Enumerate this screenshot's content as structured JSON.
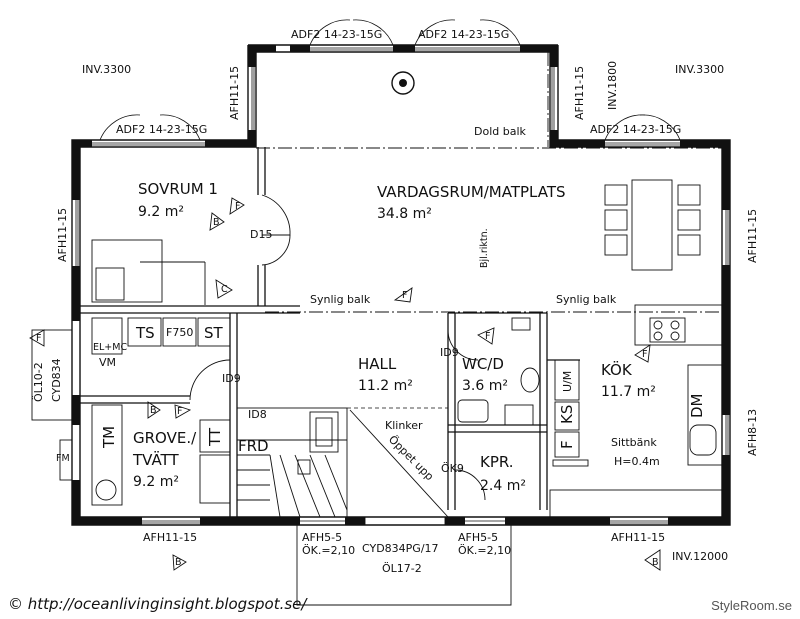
{
  "rooms": {
    "sovrum": {
      "name": "SOVRUM 1",
      "area": "9.2 m²"
    },
    "vardagsrum": {
      "name": "VARDAGSRUM/MATPLATS",
      "area": "34.8 m²"
    },
    "hall": {
      "name": "HALL",
      "area": "11.2 m²"
    },
    "wc": {
      "name": "WC/D",
      "area": "3.6 m²"
    },
    "kok": {
      "name": "KÖK",
      "area": "11.7 m²"
    },
    "grovtvatt": {
      "name1": "GROVE./",
      "name2": "TVÄTT",
      "area": "9.2 m²"
    },
    "kpr": {
      "name": "KPR.",
      "area": "2.4 m²"
    }
  },
  "window_labels": {
    "adf2_top_left": "ADF2 14-23-15G",
    "adf2_top_right": "ADF2 14-23-15G",
    "adf2_left": "ADF2 14-23-15G",
    "adf2_right": "ADF2 14-23-15G",
    "afh11_15_tl": "AFH11-15",
    "afh11_15_tr": "AFH11-15",
    "afh11_15_left": "AFH11-15",
    "afh11_15_right": "AFH11-15",
    "afh8_13": "AFH8-13",
    "afh11_15_bl": "AFH11-15",
    "afh11_15_br": "AFH11-15",
    "afh5_5_left": "AFH5-5",
    "ok_left": "ÖK.=2,10",
    "afh5_5_right": "AFH5-5",
    "ok_right": "ÖK.=2,10",
    "cyd_entry": "CYD834PG/17",
    "ol17": "ÖL17-2",
    "ol10": "ÖL10-2",
    "cyd_left": "CYD834"
  },
  "inventory": {
    "tl": "INV.3300",
    "tr": "INV.3300",
    "t1800": "INV.1800",
    "br": "INV.12000"
  },
  "annotations": {
    "dold_balk": "Dold balk",
    "synlig_balk_left": "Synlig balk",
    "synlig_balk_right": "Synlig balk",
    "bjl_riktn": "Bjl.riktn.",
    "klinker": "Klinker",
    "oppet_upp": "Öppet upp",
    "sittbank": "Sittbänk",
    "sittbank_h": "H=0.4m"
  },
  "codes": {
    "d15": "D15",
    "id9_hall": "ID9",
    "id9_wc": "ID9",
    "id8": "ID8",
    "ok9": "ÖK9",
    "fm": "FM",
    "vm": "VM",
    "el_ms": "EL+MC",
    "ts": "TS",
    "f750": "F750",
    "st": "ST",
    "tm": "TM",
    "tt": "TT",
    "frd": "FRD",
    "um": "U/M",
    "ks": "KS",
    "f": "F",
    "dm": "DM"
  },
  "section_markers": {
    "a": "A",
    "b": "B",
    "c": "C",
    "f": "F"
  },
  "footer": {
    "credit": "© http://oceanlivinginsight.blogspot.se/",
    "brand": "StyleRoom.se"
  }
}
